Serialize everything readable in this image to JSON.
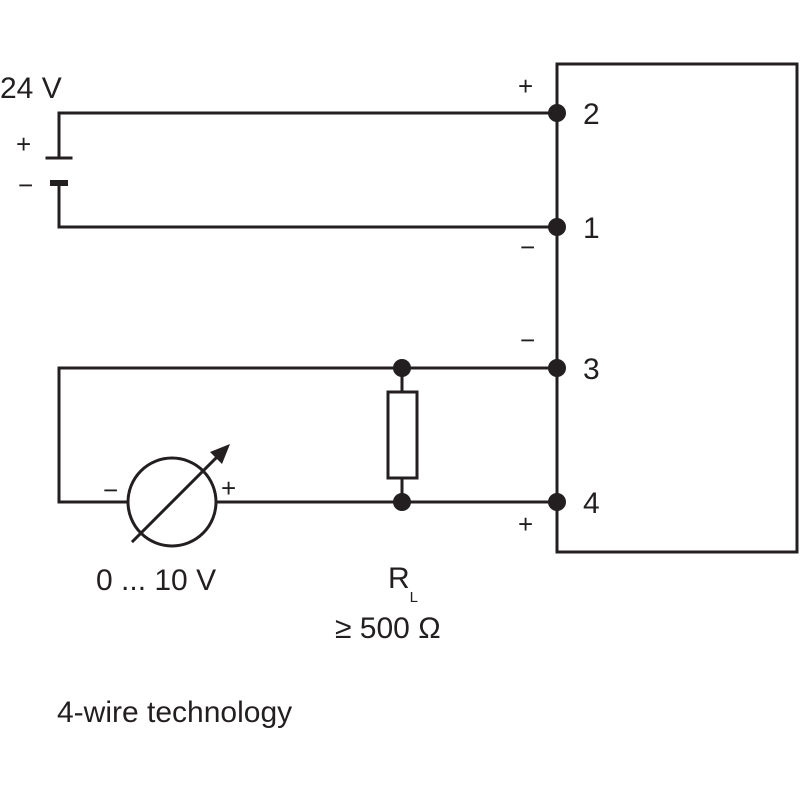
{
  "colors": {
    "line": "#231f20",
    "background": "#ffffff"
  },
  "supply": {
    "voltage_label": "24 V",
    "plus": "+",
    "minus": "−"
  },
  "terminals": {
    "t2": {
      "number": "2",
      "polarity": "+"
    },
    "t1": {
      "number": "1",
      "polarity": "−"
    },
    "t3": {
      "number": "3",
      "polarity": "−"
    },
    "t4": {
      "number": "4",
      "polarity": "+"
    }
  },
  "voltmeter": {
    "range_label": "0 ... 10 V",
    "minus": "−",
    "plus": "+"
  },
  "load": {
    "symbol": "R",
    "subscript": "L",
    "value_label": "≥ 500 Ω"
  },
  "caption": "4-wire technology"
}
